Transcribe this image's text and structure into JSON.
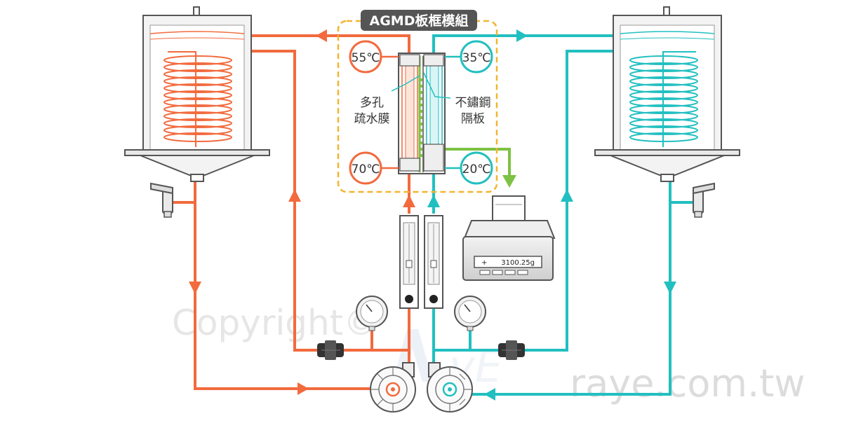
{
  "title": "AGMD板框模組",
  "temperatures": {
    "hot_in": "70℃",
    "hot_out": "55℃",
    "cold_in": "20℃",
    "cold_out": "35℃"
  },
  "labels": {
    "membrane": [
      "多孔",
      "疏水膜"
    ],
    "plate": [
      "不鏽鋼",
      "隔板"
    ]
  },
  "scale": {
    "readout": "3100.25g",
    "sign": "+"
  },
  "watermark": {
    "copyright": "Copyright©",
    "brand": "raye.com.tw"
  },
  "colors": {
    "hot": "#f26a3d",
    "cold": "#22bfc0",
    "distillate": "#7dc242",
    "module_border": "#f2b531",
    "equipment": "#555555"
  }
}
